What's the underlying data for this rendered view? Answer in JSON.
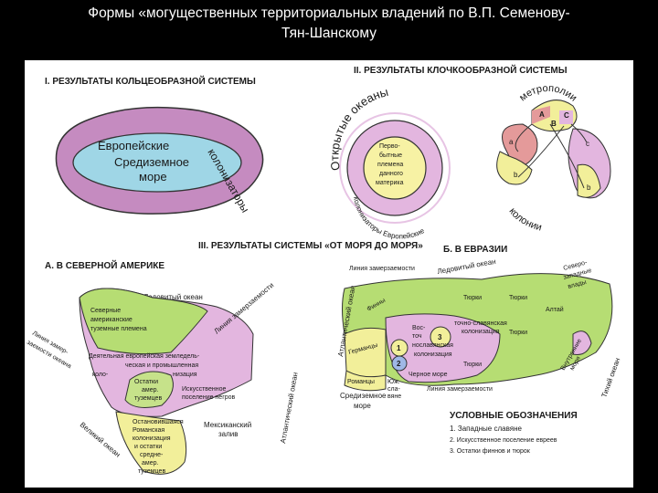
{
  "slide_title_line1": "Формы «могущественных территориальных владений по В.П. Семенову-",
  "slide_title_line2": "Тян-Шанскому",
  "s1": {
    "heading": "I. РЕЗУЛЬТАТЫ КОЛЬЦЕОБРАЗНОЙ СИСТЕМЫ",
    "europe": "Европейские",
    "colon": "колонизаторы",
    "sea1": "Средиземное",
    "sea2": "море"
  },
  "s2": {
    "heading": "II. РЕЗУЛЬТАТЫ КЛОЧКООБРАЗНОЙ СИСТЕМЫ",
    "ring_outer": "Открытые океаны",
    "ring_inner": "колонизаторы Европейские",
    "center": [
      "Перво-",
      "бытные",
      "племена",
      "данного",
      "материка"
    ],
    "metropolii": "метрополии",
    "kolonii": "колонии",
    "labels": [
      "А",
      "В",
      "С",
      "а",
      "b",
      "с",
      "b"
    ]
  },
  "s3": {
    "heading": "III. РЕЗУЛЬТАТЫ СИСТЕМЫ «ОТ МОРЯ ДО МОРЯ»"
  },
  "na": {
    "heading": "А. В СЕВЕРНОЙ АМЕРИКЕ",
    "arctic": "Ледовитый океан",
    "native": [
      "Северные",
      "американские",
      "туземные племена"
    ],
    "freeze": "Линия замерзаемости",
    "pacific_freeze": [
      "Линия замер-",
      "заемости океана"
    ],
    "pacific": "Великий океан",
    "atlantic": "Атлантический океан",
    "pink": [
      "Деятельная европейская земледель-",
      "ческая и промышленная",
      "коло-",
      "низация"
    ],
    "remnant": [
      "Остатки",
      "амер.",
      "туземцев"
    ],
    "settle": [
      "Искусственное",
      "поселение негров"
    ],
    "stopped": [
      "Остановившаяся",
      "Романская",
      "колонизация",
      "и остатки",
      "средне-",
      "амер.",
      "туземцев"
    ],
    "mexico": [
      "Мексиканский",
      "залив"
    ]
  },
  "eu": {
    "heading": "Б. В ЕВРАЗИИ",
    "freeze": "Линия замерзаемости",
    "arctic": "Ледовитый океан",
    "north_pacific": [
      "Северо-",
      "западные",
      "влады"
    ],
    "pacific": "Тихий океан",
    "atlantic": "Атлантический океан",
    "mediterranean": [
      "Средиземное",
      "море"
    ],
    "freeze2": "Линия замерзаемости",
    "east_slav": [
      "Вос-",
      "точ",
      "нославянская",
      "колонизация"
    ],
    "north_east": [
      "точно-славянская",
      "колонизация"
    ],
    "germans": "Германцы",
    "romans": "Романцы",
    "young_slav": [
      "Юж.",
      "сла-",
      "вяне"
    ],
    "black_sea": "Черное море",
    "inner_ocean": [
      "Внутренние",
      "моря"
    ],
    "numbers": [
      "1",
      "2",
      "3"
    ],
    "legend_title": "УСЛОВНЫЕ ОБОЗНАЧЕНИЯ",
    "legend": [
      "1. Западные славяне",
      "2. Искусственное поселение евреев",
      "3. Остатки финнов и тюрок"
    ],
    "small_labels": [
      "Финны",
      "Тюрки",
      "Тюрки",
      "Алтай",
      "Тюрки",
      "Тюрки"
    ]
  }
}
